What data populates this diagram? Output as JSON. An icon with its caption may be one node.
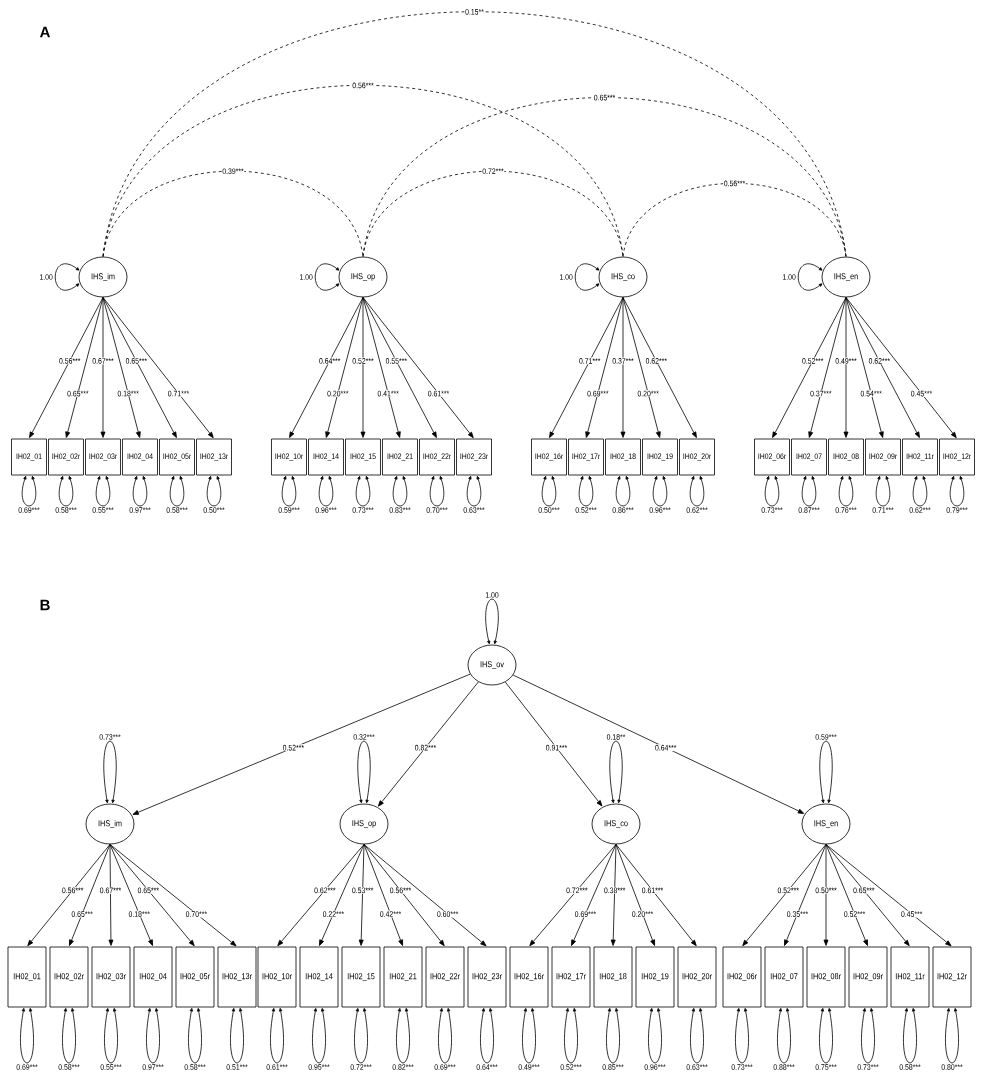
{
  "diagram": {
    "nodes": [
      {
        "text": [
          "IHS_im"
        ]
      },
      {
        "text": [
          "IHS_op"
        ]
      },
      {
        "text": [
          "IHS_co"
        ]
      },
      {
        "text": [
          "IHS_en"
        ]
      },
      {
        "text": [
          "IH02_01"
        ]
      },
      {
        "text": [
          "IH02_02r"
        ]
      },
      {
        "text": [
          "IH02_03r"
        ]
      },
      {
        "text": [
          "IH02_04"
        ]
      },
      {
        "text": [
          "IH02_05r"
        ]
      },
      {
        "text": [
          "IH02_13r"
        ]
      },
      {
        "text": [
          "IH02_10r"
        ]
      },
      {
        "text": [
          "IH02_14"
        ]
      },
      {
        "text": [
          "IH02_15"
        ]
      },
      {
        "text": [
          "IH02_21"
        ]
      },
      {
        "text": [
          "IH02_22r"
        ]
      },
      {
        "text": [
          "IH02_23r"
        ]
      },
      {
        "text": [
          "IH02_16r"
        ]
      },
      {
        "text": [
          "IH02_17r"
        ]
      },
      {
        "text": [
          "IH02_18"
        ]
      },
      {
        "text": [
          "IH02_19"
        ]
      },
      {
        "text": [
          "IH02_20r"
        ]
      },
      {
        "text": [
          "IH02_06r"
        ]
      },
      {
        "text": [
          "IH02_07"
        ]
      },
      {
        "text": [
          "IH02_08"
        ]
      },
      {
        "text": [
          "IH02_09r"
        ]
      },
      {
        "text": [
          "IH02_11r"
        ]
      },
      {
        "text": [
          "IH02_12r"
        ]
      },
      {
        "text": [
          "IHS_ov"
        ]
      },
      {
        "text": [
          "IHS_im"
        ]
      },
      {
        "text": [
          "IHS_op"
        ]
      },
      {
        "text": [
          "IHS_co"
        ]
      },
      {
        "text": [
          "IHS_en"
        ]
      },
      {
        "text": [
          "IH02_01"
        ]
      },
      {
        "text": [
          "IH02_02r"
        ]
      },
      {
        "text": [
          "IH02_03r"
        ]
      },
      {
        "text": [
          "IH02_04"
        ]
      },
      {
        "text": [
          "IH02_05r"
        ]
      },
      {
        "text": [
          "IH02_13r"
        ]
      },
      {
        "text": [
          "IH02_10r"
        ]
      },
      {
        "text": [
          "IH02_14"
        ]
      },
      {
        "text": [
          "IH02_15"
        ]
      },
      {
        "text": [
          "IH02_21"
        ]
      },
      {
        "text": [
          "IH02_22r"
        ]
      },
      {
        "text": [
          "IH02_23r"
        ]
      },
      {
        "text": [
          "IH02_16r"
        ]
      },
      {
        "text": [
          "IH02_17r"
        ]
      },
      {
        "text": [
          "IH02_18"
        ]
      },
      {
        "text": [
          "IH02_19"
        ]
      },
      {
        "text": [
          "IH02_20r"
        ]
      },
      {
        "text": [
          "IH02_06r"
        ]
      },
      {
        "text": [
          "IH02_07"
        ]
      },
      {
        "text": [
          "IH02_08r"
        ]
      },
      {
        "text": [
          "IH02_09r"
        ]
      },
      {
        "text": [
          "IH02_11r"
        ]
      },
      {
        "text": [
          "IH02_12r"
        ]
      }
    ],
    "edges": [
      {
        "from": 0,
        "to": 1,
        "arrow": "none",
        "style": "dashed",
        "label": "0.39***"
      },
      {
        "from": 0,
        "to": 2,
        "arrow": "none",
        "style": "dashed",
        "label": "0.56***"
      },
      {
        "from": 0,
        "to": 3,
        "arrow": "none",
        "style": "dashed",
        "label": "0.15**"
      },
      {
        "from": 1,
        "to": 2,
        "arrow": "none",
        "style": "dashed",
        "label": "0.72***"
      },
      {
        "from": 1,
        "to": 3,
        "arrow": "none",
        "style": "dashed",
        "label": "0.65***"
      },
      {
        "from": 2,
        "to": 3,
        "arrow": "none",
        "style": "dashed",
        "label": "0.56***"
      },
      {
        "from": 0,
        "to": 4,
        "arrow": "to",
        "label": "0.56***"
      },
      {
        "from": 0,
        "to": 5,
        "arrow": "to",
        "label": "0.65***"
      },
      {
        "from": 0,
        "to": 6,
        "arrow": "to",
        "label": "0.67***"
      },
      {
        "from": 0,
        "to": 7,
        "arrow": "to",
        "label": "0.18***"
      },
      {
        "from": 0,
        "to": 8,
        "arrow": "to",
        "label": "0.65***"
      },
      {
        "from": 0,
        "to": 9,
        "arrow": "to",
        "label": "0.71***"
      },
      {
        "from": 1,
        "to": 10,
        "arrow": "to",
        "label": "0.64***"
      },
      {
        "from": 1,
        "to": 11,
        "arrow": "to",
        "label": "0.20***"
      },
      {
        "from": 1,
        "to": 12,
        "arrow": "to",
        "label": "0.52***"
      },
      {
        "from": 1,
        "to": 13,
        "arrow": "to",
        "label": "0.41***"
      },
      {
        "from": 1,
        "to": 14,
        "arrow": "to",
        "label": "0.55***"
      },
      {
        "from": 1,
        "to": 15,
        "arrow": "to",
        "label": "0.61***"
      },
      {
        "from": 2,
        "to": 16,
        "arrow": "to",
        "label": "0.71***"
      },
      {
        "from": 2,
        "to": 17,
        "arrow": "to",
        "label": "0.69***"
      },
      {
        "from": 2,
        "to": 18,
        "arrow": "to",
        "label": "0.37***"
      },
      {
        "from": 2,
        "to": 19,
        "arrow": "to",
        "label": "0.20***"
      },
      {
        "from": 2,
        "to": 20,
        "arrow": "to",
        "label": "0.62***"
      },
      {
        "from": 3,
        "to": 21,
        "arrow": "to",
        "label": "0.52***"
      },
      {
        "from": 3,
        "to": 22,
        "arrow": "to",
        "label": "0.37***"
      },
      {
        "from": 3,
        "to": 23,
        "arrow": "to",
        "label": "0.49***"
      },
      {
        "from": 3,
        "to": 24,
        "arrow": "to",
        "label": "0.54***"
      },
      {
        "from": 3,
        "to": 25,
        "arrow": "to",
        "label": "0.62***"
      },
      {
        "from": 3,
        "to": 26,
        "arrow": "to",
        "label": "0.45***"
      },
      {
        "from": 27,
        "to": 28,
        "arrow": "to",
        "label": "0.52***"
      },
      {
        "from": 27,
        "to": 29,
        "arrow": "to",
        "label": "0.82***"
      },
      {
        "from": 27,
        "to": 30,
        "arrow": "to",
        "label": "0.91***"
      },
      {
        "from": 27,
        "to": 31,
        "arrow": "to",
        "label": "0.64***"
      },
      {
        "from": 28,
        "to": 32,
        "arrow": "to",
        "label": "0.56***"
      },
      {
        "from": 28,
        "to": 33,
        "arrow": "to",
        "label": "0.65***"
      },
      {
        "from": 28,
        "to": 34,
        "arrow": "to",
        "label": "0.67***"
      },
      {
        "from": 28,
        "to": 35,
        "arrow": "to",
        "label": "0.18***"
      },
      {
        "from": 28,
        "to": 36,
        "arrow": "to",
        "label": "0.65***"
      },
      {
        "from": 28,
        "to": 37,
        "arrow": "to",
        "label": "0.70***"
      },
      {
        "from": 29,
        "to": 38,
        "arrow": "to",
        "label": "0.62***"
      },
      {
        "from": 29,
        "to": 39,
        "arrow": "to",
        "label": "0.22***"
      },
      {
        "from": 29,
        "to": 40,
        "arrow": "to",
        "label": "0.53***"
      },
      {
        "from": 29,
        "to": 41,
        "arrow": "to",
        "label": "0.42***"
      },
      {
        "from": 29,
        "to": 42,
        "arrow": "to",
        "label": "0.56***"
      },
      {
        "from": 29,
        "to": 43,
        "arrow": "to",
        "label": "0.60***"
      },
      {
        "from": 30,
        "to": 44,
        "arrow": "to",
        "label": "0.72***"
      },
      {
        "from": 30,
        "to": 45,
        "arrow": "to",
        "label": "0.69***"
      },
      {
        "from": 30,
        "to": 46,
        "arrow": "to",
        "label": "0.38***"
      },
      {
        "from": 30,
        "to": 47,
        "arrow": "to",
        "label": "0.20***"
      },
      {
        "from": 30,
        "to": 48,
        "arrow": "to",
        "label": "0.61***"
      },
      {
        "from": 31,
        "to": 49,
        "arrow": "to",
        "label": "0.52***"
      },
      {
        "from": 31,
        "to": 50,
        "arrow": "to",
        "label": "0.35***"
      },
      {
        "from": 31,
        "to": 51,
        "arrow": "to",
        "label": "0.50***"
      },
      {
        "from": 31,
        "to": 52,
        "arrow": "to",
        "label": "0.52***"
      },
      {
        "from": 31,
        "to": 53,
        "arrow": "to",
        "label": "0.65***"
      },
      {
        "from": 31,
        "to": 54,
        "arrow": "to",
        "label": "0.45***"
      },
      {
        "from": 0,
        "to": 0,
        "arrow": "both",
        "label": "1.00"
      },
      {
        "from": 1,
        "to": 1,
        "arrow": "both",
        "label": "1.00"
      },
      {
        "from": 2,
        "to": 2,
        "arrow": "both",
        "label": "1.00"
      },
      {
        "from": 3,
        "to": 3,
        "arrow": "both",
        "label": "1.00"
      },
      {
        "from": 4,
        "to": 4,
        "arrow": "both",
        "label": "0.69***"
      },
      {
        "from": 5,
        "to": 5,
        "arrow": "both",
        "label": "0.58***"
      },
      {
        "from": 6,
        "to": 6,
        "arrow": "both",
        "label": "0.55***"
      },
      {
        "from": 7,
        "to": 7,
        "arrow": "both",
        "label": "0.97***"
      },
      {
        "from": 8,
        "to": 8,
        "arrow": "both",
        "label": "0.58***"
      },
      {
        "from": 9,
        "to": 9,
        "arrow": "both",
        "label": "0.50***"
      },
      {
        "from": 10,
        "to": 10,
        "arrow": "both",
        "label": "0.59***"
      },
      {
        "from": 11,
        "to": 11,
        "arrow": "both",
        "label": "0.96***"
      },
      {
        "from": 12,
        "to": 12,
        "arrow": "both",
        "label": "0.73***"
      },
      {
        "from": 13,
        "to": 13,
        "arrow": "both",
        "label": "0.83***"
      },
      {
        "from": 14,
        "to": 14,
        "arrow": "both",
        "label": "0.70***"
      },
      {
        "from": 15,
        "to": 15,
        "arrow": "both",
        "label": "0.63***"
      },
      {
        "from": 16,
        "to": 16,
        "arrow": "both",
        "label": "0.50***"
      },
      {
        "from": 17,
        "to": 17,
        "arrow": "both",
        "label": "0.52***"
      },
      {
        "from": 18,
        "to": 18,
        "arrow": "both",
        "label": "0.86***"
      },
      {
        "from": 19,
        "to": 19,
        "arrow": "both",
        "label": "0.96***"
      },
      {
        "from": 20,
        "to": 20,
        "arrow": "both",
        "label": "0.62***"
      },
      {
        "from": 21,
        "to": 21,
        "arrow": "both",
        "label": "0.73***"
      },
      {
        "from": 22,
        "to": 22,
        "arrow": "both",
        "label": "0.87***"
      },
      {
        "from": 23,
        "to": 23,
        "arrow": "both",
        "label": "0.76***"
      },
      {
        "from": 24,
        "to": 24,
        "arrow": "both",
        "label": "0.71***"
      },
      {
        "from": 25,
        "to": 25,
        "arrow": "both",
        "label": "0.62***"
      },
      {
        "from": 26,
        "to": 26,
        "arrow": "both",
        "label": "0.79***"
      },
      {
        "from": 27,
        "to": 27,
        "arrow": "both",
        "label": "1.00"
      },
      {
        "from": 28,
        "to": 28,
        "arrow": "both",
        "label": "0.73***"
      },
      {
        "from": 29,
        "to": 29,
        "arrow": "both",
        "label": "0.32***"
      },
      {
        "from": 30,
        "to": 30,
        "arrow": "both",
        "label": "0.18**"
      },
      {
        "from": 31,
        "to": 31,
        "arrow": "both",
        "label": "0.59***"
      },
      {
        "from": 32,
        "to": 32,
        "arrow": "both",
        "label": "0.69***"
      },
      {
        "from": 33,
        "to": 33,
        "arrow": "both",
        "label": "0.58***"
      },
      {
        "from": 34,
        "to": 34,
        "arrow": "both",
        "label": "0.55***"
      },
      {
        "from": 35,
        "to": 35,
        "arrow": "both",
        "label": "0.97***"
      },
      {
        "from": 36,
        "to": 36,
        "arrow": "both",
        "label": "0.58***"
      },
      {
        "from": 37,
        "to": 37,
        "arrow": "both",
        "label": "0.51***"
      },
      {
        "from": 38,
        "to": 38,
        "arrow": "both",
        "label": "0.61***"
      },
      {
        "from": 39,
        "to": 39,
        "arrow": "both",
        "label": "0.95***"
      },
      {
        "from": 40,
        "to": 40,
        "arrow": "both",
        "label": "0.72***"
      },
      {
        "from": 41,
        "to": 41,
        "arrow": "both",
        "label": "0.82***"
      },
      {
        "from": 42,
        "to": 42,
        "arrow": "both",
        "label": "0.69***"
      },
      {
        "from": 43,
        "to": 43,
        "arrow": "both",
        "label": "0.64***"
      },
      {
        "from": 44,
        "to": 44,
        "arrow": "both",
        "label": "0.49***"
      },
      {
        "from": 45,
        "to": 45,
        "arrow": "both",
        "label": "0.52***"
      },
      {
        "from": 46,
        "to": 46,
        "arrow": "both",
        "label": "0.85***"
      },
      {
        "from": 47,
        "to": 47,
        "arrow": "both",
        "label": "0.96***"
      },
      {
        "from": 48,
        "to": 48,
        "arrow": "both",
        "label": "0.63***"
      },
      {
        "from": 49,
        "to": 49,
        "arrow": "both",
        "label": "0.73***"
      },
      {
        "from": 50,
        "to": 50,
        "arrow": "both",
        "label": "0.88***"
      },
      {
        "from": 51,
        "to": 51,
        "arrow": "both",
        "label": "0.75***"
      },
      {
        "from": 52,
        "to": 52,
        "arrow": "both",
        "label": "0.73***"
      },
      {
        "from": 53,
        "to": 53,
        "arrow": "both",
        "label": "0.58***"
      },
      {
        "from": 54,
        "to": 54,
        "arrow": "both",
        "label": "0.80***"
      }
    ],
    "labels": [
      "A",
      "B"
    ]
  }
}
